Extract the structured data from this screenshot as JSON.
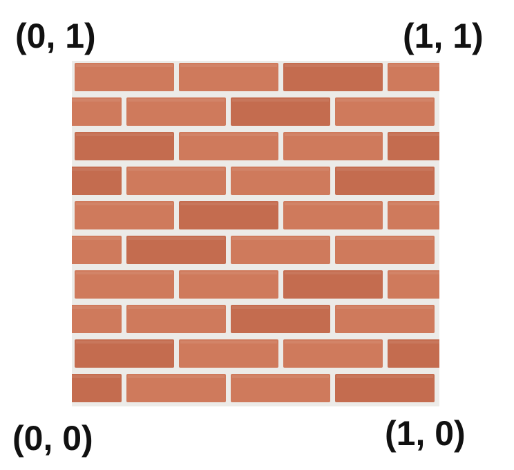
{
  "corners": {
    "top_left": "(0, 1)",
    "top_right": "(1, 1)",
    "bottom_left": "(0, 0)",
    "bottom_right": "(1, 0)"
  },
  "texture": {
    "name": "brick-wall-texture",
    "brick_color": "#cf7a5c",
    "brick_dark": "#c46c4f",
    "mortar_color": "#ecebe8"
  }
}
